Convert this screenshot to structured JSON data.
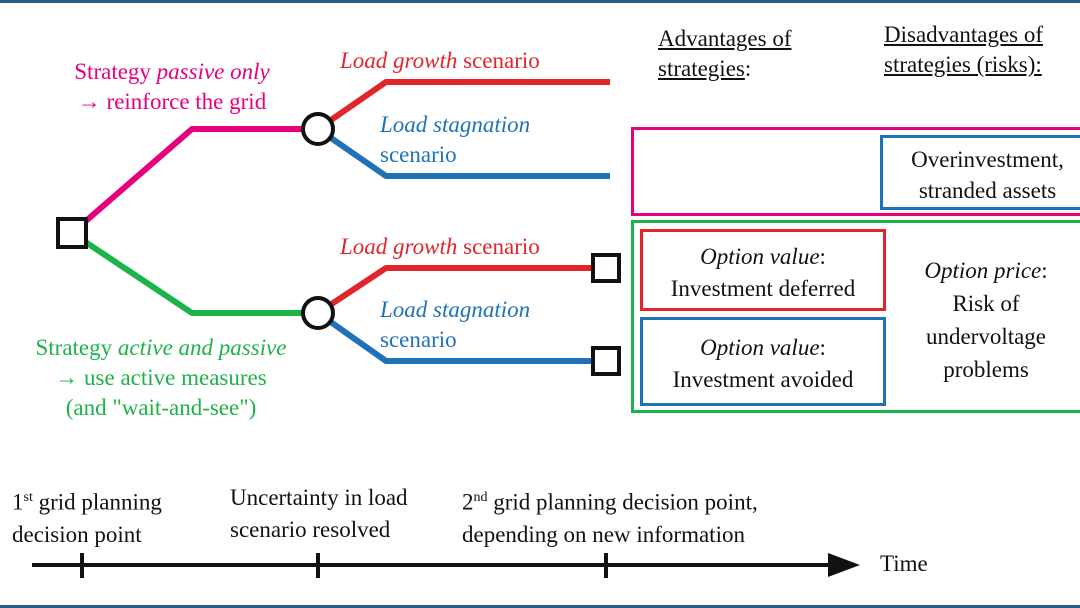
{
  "strategy_passive": {
    "prefix": "Strategy ",
    "name": "passive only",
    "arrow": "→",
    "action": "reinforce the grid"
  },
  "strategy_active": {
    "prefix": "Strategy ",
    "name": "active and passive",
    "arrow": "→",
    "action": "use active measures",
    "note": "(and \"wait-and-see\")"
  },
  "scenario_growth": {
    "name": "Load growth",
    "suffix": " scenario"
  },
  "scenario_stagnation": {
    "name": "Load stagnation",
    "suffix": "scenario"
  },
  "headers": {
    "advantages_line1": "Advantages of",
    "advantages_line2": "strategies",
    "advantages_colon": ":",
    "disadvantages_line1": "Disadvantages of",
    "disadvantages_line2": "strategies (risks):"
  },
  "risks": {
    "overinvestment_line1": "Overinvestment,",
    "overinvestment_line2": "stranded assets",
    "option_price_label": "Option price",
    "option_price_line2": "Risk of",
    "option_price_line3": "undervoltage",
    "option_price_line4": "problems"
  },
  "advantages": {
    "option_value_label": "Option value",
    "deferred": "Investment deferred",
    "avoided": "Investment avoided"
  },
  "timeline": {
    "first_decision_line1_pre": "1",
    "first_decision_sup": "st",
    "first_decision_line1_post": " grid planning",
    "first_decision_line2": "decision point",
    "uncertainty_line1": "Uncertainty in load",
    "uncertainty_line2": "scenario resolved",
    "second_decision_line1_pre": "2",
    "second_decision_sup": "nd",
    "second_decision_line1_post": " grid planning decision point,",
    "second_decision_line2": "depending on new information",
    "axis_label": "Time"
  },
  "colors": {
    "passive": "#e6007e",
    "active": "#1eb24b",
    "growth": "#e0262b",
    "stagnation": "#1f72b8",
    "frame": "#2f5b82"
  }
}
